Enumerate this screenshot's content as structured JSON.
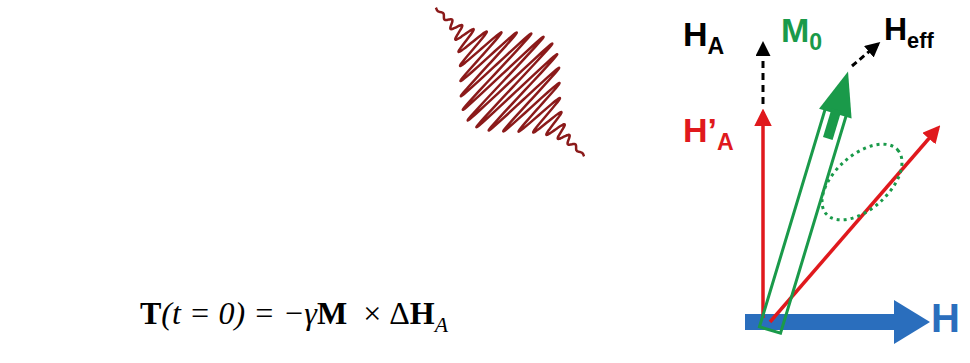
{
  "diagram": {
    "labels": [
      "H",
      "A",
      "M",
      "0",
      "H",
      "eff",
      "H’",
      "A",
      "H",
      "T",
      "(t = 0) = −γ",
      "M",
      "× Δ",
      "H",
      "A"
    ]
  }
}
